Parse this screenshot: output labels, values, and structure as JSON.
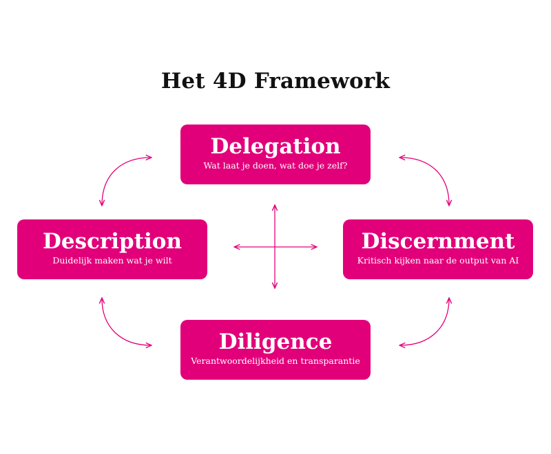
{
  "title": "Het 4D Framework",
  "colors": {
    "accent": "#e2007a",
    "title_text": "#111111",
    "box_text": "#ffffff"
  },
  "boxes": {
    "delegation": {
      "title": "Delegation",
      "subtitle": "Wat laat je doen, wat doe je zelf?"
    },
    "description": {
      "title": "Description",
      "subtitle": "Duidelijk maken wat je wilt"
    },
    "discernment": {
      "title": "Discernment",
      "subtitle": "Kritisch kijken naar de output van AI"
    },
    "diligence": {
      "title": "Diligence",
      "subtitle": "Verantwoordelijkheid en transparantie"
    }
  }
}
